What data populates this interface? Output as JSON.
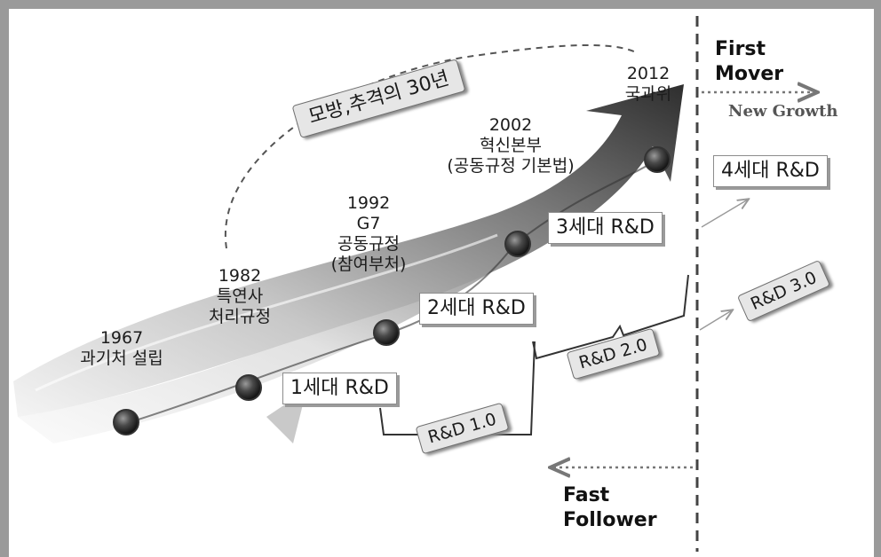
{
  "milestones": [
    {
      "year": "1967",
      "desc": "과기처 설립"
    },
    {
      "year": "1982",
      "desc": "특연사",
      "desc2": "처리규정"
    },
    {
      "year": "1992",
      "desc": "G7",
      "desc2": "공동규정",
      "desc3": "(참여부처)"
    },
    {
      "year": "2002",
      "desc": "혁신본부",
      "desc2": "(공동규정 기본법)"
    },
    {
      "year": "2012",
      "desc": "국과위"
    }
  ],
  "arc_label": "모방,추격의 30년",
  "generations": [
    "1세대 R&D",
    "2세대 R&D",
    "3세대 R&D",
    "4세대 R&D"
  ],
  "versions": [
    "R&D 1.0",
    "R&D 2.0",
    "R&D 3.0"
  ],
  "first_mover": {
    "line1": "First",
    "line2": "Mover"
  },
  "new_growth": "New Growth",
  "fast_follower": {
    "line1": "Fast",
    "line2": "Follower"
  }
}
